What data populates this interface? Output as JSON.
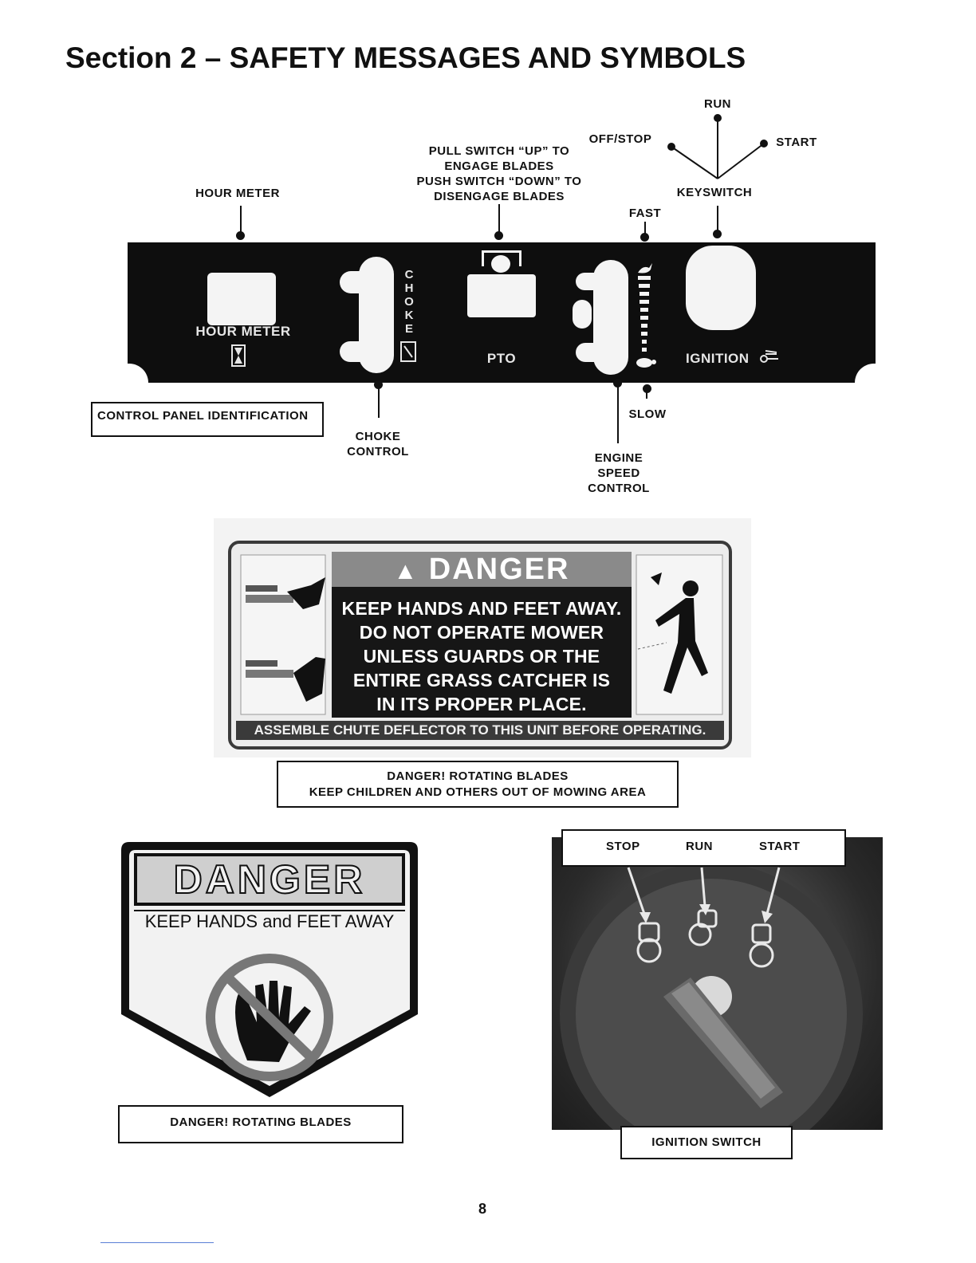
{
  "header": {
    "title": "Section 2 – SAFETY MESSAGES AND SYMBOLS"
  },
  "control_panel": {
    "callouts": {
      "run": "RUN",
      "off_stop": "OFF/STOP",
      "start": "START",
      "keyswitch": "KEYSWITCH",
      "pto_instructions": [
        "PULL SWITCH “UP” TO",
        "ENGAGE BLADES",
        "PUSH SWITCH “DOWN” TO",
        "DISENGAGE BLADES"
      ],
      "hour_meter": "HOUR METER",
      "fast": "FAST",
      "slow": "SLOW",
      "choke_control": [
        "CHOKE",
        "CONTROL"
      ],
      "engine_speed_control": [
        "ENGINE",
        "SPEED",
        "CONTROL"
      ]
    },
    "panel_labels": {
      "hour_meter": "HOUR METER",
      "choke_letters": [
        "C",
        "H",
        "O",
        "K",
        "E"
      ],
      "pto": "PTO",
      "ignition": "IGNITION"
    },
    "caption": "CONTROL PANEL IDENTIFICATION"
  },
  "danger_decal_1": {
    "heading": "DANGER",
    "lines": [
      "KEEP HANDS AND FEET AWAY.",
      "DO NOT OPERATE MOWER",
      "UNLESS GUARDS OR THE",
      "ENTIRE GRASS CATCHER IS",
      "IN ITS PROPER PLACE."
    ],
    "footer": "ASSEMBLE CHUTE DEFLECTOR TO THIS UNIT BEFORE OPERATING.",
    "caption": [
      "DANGER! ROTATING BLADES",
      "KEEP CHILDREN AND OTHERS OUT OF MOWING AREA"
    ]
  },
  "danger_decal_2": {
    "heading": "DANGER",
    "subheading": "KEEP HANDS and FEET AWAY",
    "caption": "DANGER! ROTATING BLADES"
  },
  "ignition_photo": {
    "positions": {
      "stop": "STOP",
      "run": "RUN",
      "start": "START"
    },
    "caption": "IGNITION SWITCH"
  },
  "page_number": "8",
  "colors": {
    "ink": "#111111",
    "panel": "#0e0e0e",
    "decal_gray": "#8a8a8a"
  },
  "icons": [
    "hourglass-icon",
    "choke-icon",
    "rabbit-icon",
    "turtle-icon",
    "key-icon",
    "warning-triangle-icon",
    "hand-icon"
  ]
}
